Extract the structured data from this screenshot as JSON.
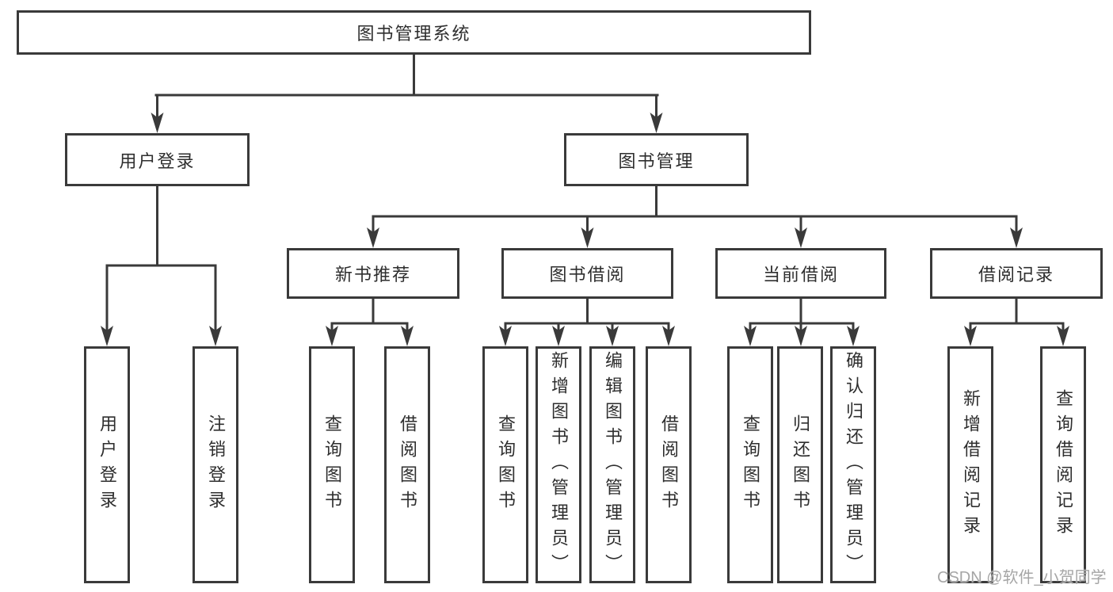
{
  "diagram": {
    "type": "functional-structure-tree",
    "colors": {
      "line": "#3a3a3a",
      "box_border": "#3a3a3a",
      "box_background": "#ffffff",
      "text": "#2e2e2e",
      "watermark": "#a6a6a6"
    },
    "root": {
      "label": "图书管理系统",
      "children": [
        {
          "label": "用户登录",
          "children": [
            {
              "label": "用户登录"
            },
            {
              "label": "注销登录"
            }
          ]
        },
        {
          "label": "图书管理",
          "children": [
            {
              "label": "新书推荐",
              "children": [
                {
                  "label": "查询图书"
                },
                {
                  "label": "借阅图书"
                }
              ]
            },
            {
              "label": "图书借阅",
              "children": [
                {
                  "label": "查询图书"
                },
                {
                  "label": "新增图书（管理员）"
                },
                {
                  "label": "编辑图书（管理员）"
                },
                {
                  "label": "借阅图书"
                }
              ]
            },
            {
              "label": "当前借阅",
              "children": [
                {
                  "label": "查询图书"
                },
                {
                  "label": "归还图书"
                },
                {
                  "label": "确认归还（管理员）"
                }
              ]
            },
            {
              "label": "借阅记录",
              "children": [
                {
                  "label": "新增借阅记录"
                },
                {
                  "label": "查询借阅记录"
                }
              ]
            }
          ]
        }
      ]
    },
    "watermark": "CSDN @软件_小贺同学"
  }
}
